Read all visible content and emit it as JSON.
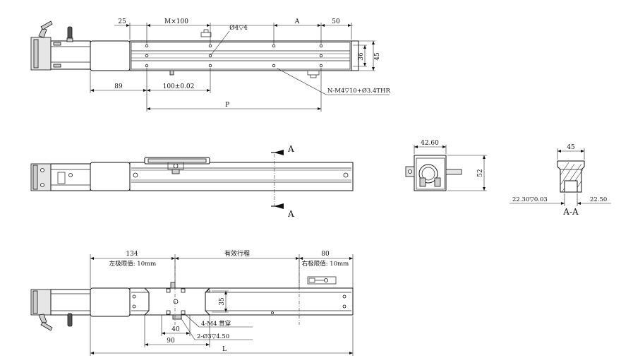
{
  "top_view": {
    "dim_25": "25",
    "dim_mx100": "M×100",
    "dim_hole": "Ø4▽4",
    "dim_a": "A",
    "dim_50": "50",
    "dim_36": "36",
    "dim_45": "45",
    "dim_89": "89",
    "dim_100tol": "100±0.02",
    "dim_p": "P",
    "note_thread": "N-M4▽10+Ø3.4THR"
  },
  "side_view": {
    "section_mark_top": "A",
    "section_mark_bottom": "A"
  },
  "end_view": {
    "dim_4260": "42.60",
    "dim_52": "52"
  },
  "section_view": {
    "dim_45": "45",
    "dim_2230": "22.30▽0.03",
    "dim_2250": "22.50",
    "title": "A-A"
  },
  "bottom_view": {
    "dim_134": "134",
    "left_limit": "左极限值: 10mm",
    "stroke_label": "有效行程",
    "dim_80": "80",
    "right_limit": "右极限值: 10mm",
    "dim_35": "35",
    "dim_40": "40",
    "dim_90": "90",
    "note_m4": "4-M4 贯穿",
    "note_hole": "2-Ø3▽4.50",
    "dim_l": "L"
  }
}
